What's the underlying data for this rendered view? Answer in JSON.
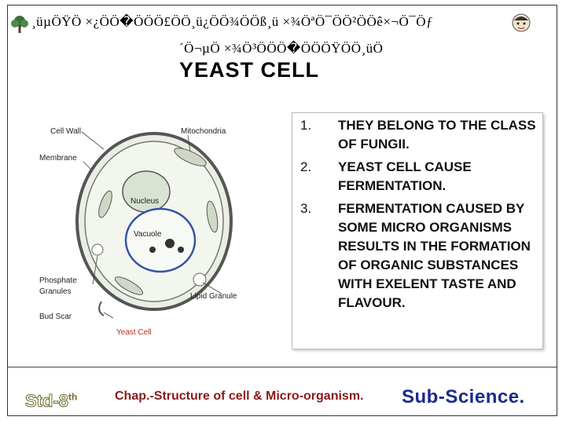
{
  "header": {
    "garbled_line_1": "¸üµÖŸÖ ×¿ÖÖ�ÖÖÖ£ÖÖ¸ü¿ÖÖ¾ÖÖß¸ü ×¾ÖªÖ¯ÖÖ²ÖÖê×¬Ö¯Öƒ",
    "garbled_line_2": "´Ö¬µÖ ×¾Ö³ÖÖÖ�ÖÖÖŸÖÖ¸üÖ",
    "tree_icon": "tree-icon",
    "face_icon": "student-face-icon"
  },
  "title": "YEAST CELL",
  "diagram": {
    "labels": {
      "cell_wall": "Cell Wall",
      "mitochondria": "Mitochondria",
      "membrane": "Membrane",
      "nucleus": "Nucleus",
      "vacuole": "Vacuole",
      "phosphate_1": "Phosphate",
      "phosphate_2": "Granules",
      "lipid": "Lipid Granule",
      "bud_scar": "Bud Scar",
      "caption": "Yeast Cell"
    }
  },
  "points": [
    {
      "num": "1.",
      "text": "THEY BELONG TO THE CLASS OF FUNGII."
    },
    {
      "num": "2.",
      "text": "YEAST CELL CAUSE FERMENTATION."
    },
    {
      "num": "3.",
      "text": "FERMENTATION CAUSED BY SOME MICRO ORGANISMS RESULTS IN THE FORMATION OF ORGANIC SUBSTANCES WITH EXELENT TASTE AND FLAVOUR."
    }
  ],
  "footer": {
    "std": "Std-8",
    "std_sup": "th",
    "chapter": "Chap.-Structure of cell & Micro-organism.",
    "subject": "Sub-Science."
  },
  "colors": {
    "chapter": "#8b1a1a",
    "subject": "#1a2a8b"
  }
}
